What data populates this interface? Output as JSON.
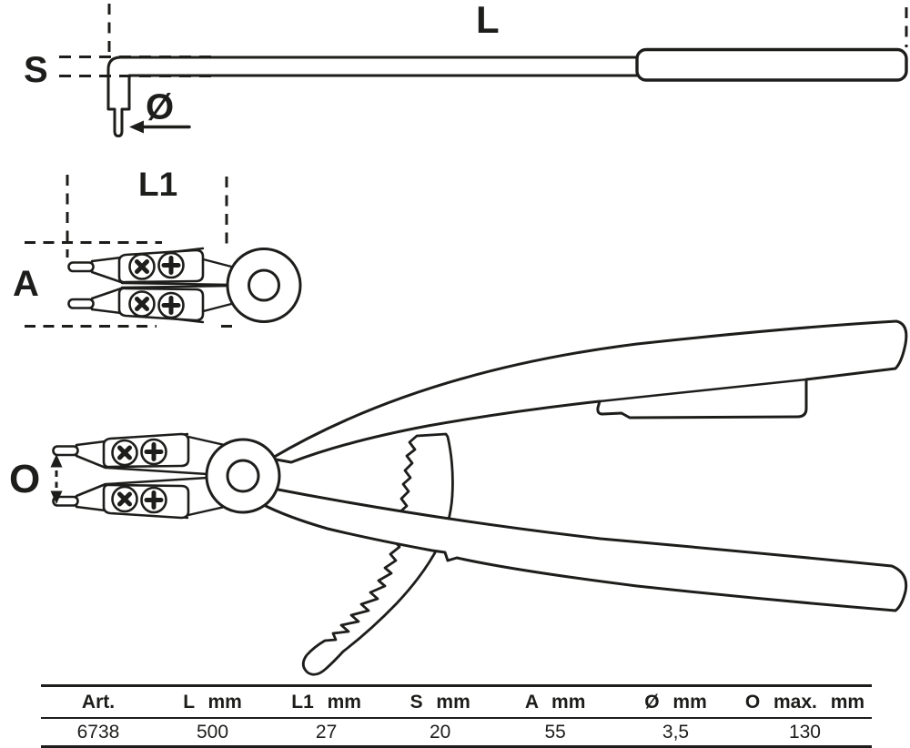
{
  "colors": {
    "ink": "#1d1d1b",
    "paper": "#ffffff"
  },
  "diagram": {
    "side_view": {
      "length_label": "L",
      "thickness_label": "S",
      "diameter_label": "Ø"
    },
    "tip_view": {
      "tip_length_label": "L1",
      "tip_span_label": "A"
    },
    "main_view": {
      "opening_label": "O"
    }
  },
  "table": {
    "headers": [
      "Art.",
      "L mm",
      "L1 mm",
      "S mm",
      "A mm",
      "Ø mm",
      "O max. mm"
    ],
    "row": [
      "6738",
      "500",
      "27",
      "20",
      "55",
      "3,5",
      "130"
    ]
  }
}
